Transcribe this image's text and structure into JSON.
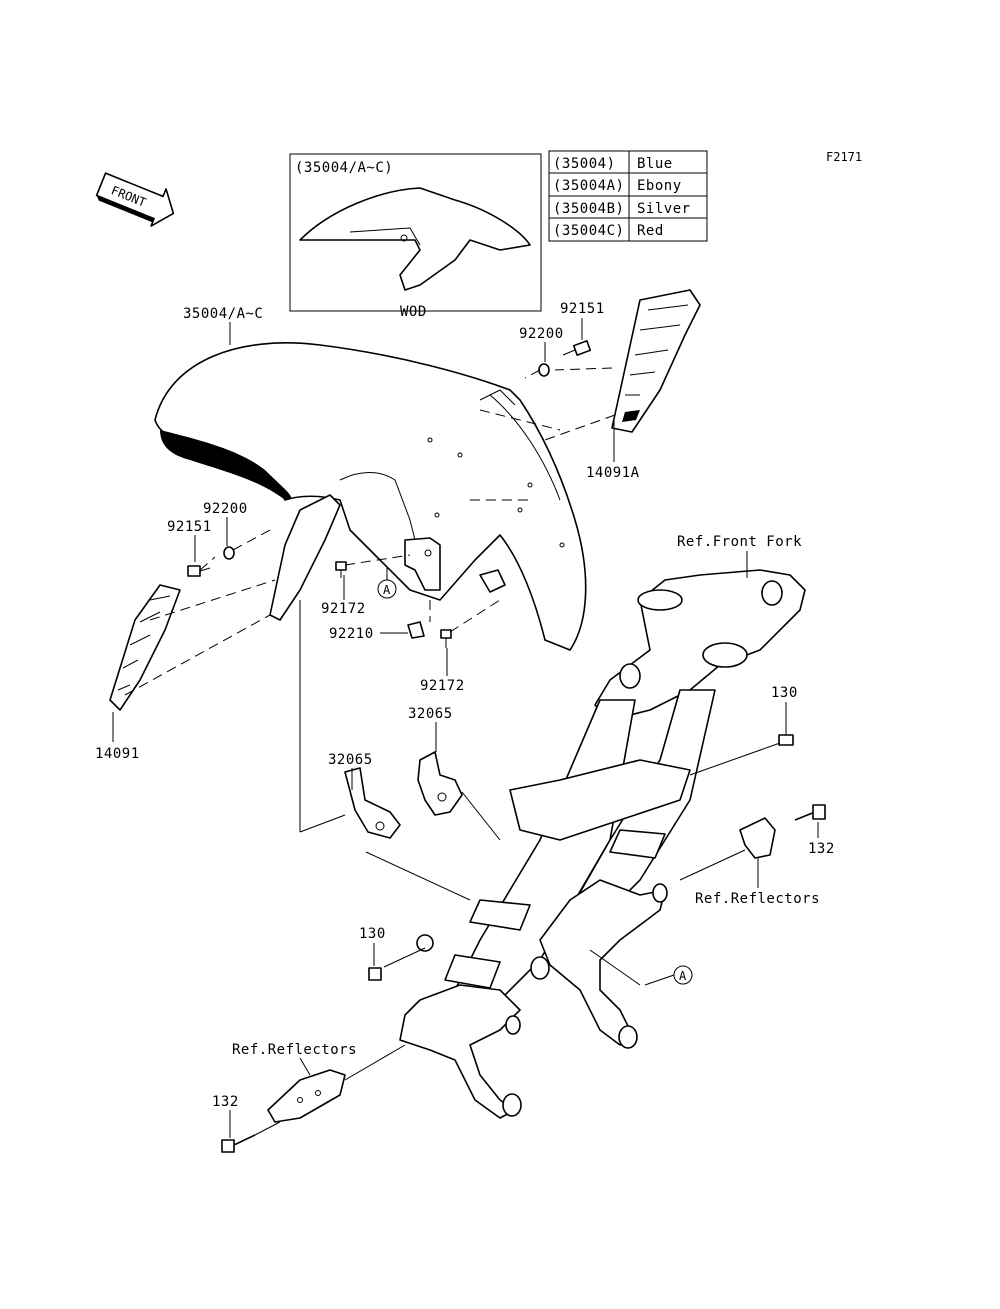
{
  "figure_code": "F2171",
  "direction_arrow": "FRONT",
  "inset": {
    "title": "(35004/A~C)",
    "caption": "WOD"
  },
  "color_table": [
    {
      "part": "(35004)",
      "color": "Blue"
    },
    {
      "part": "(35004A)",
      "color": "Ebony"
    },
    {
      "part": "(35004B)",
      "color": "Silver"
    },
    {
      "part": "(35004C)",
      "color": "Red"
    }
  ],
  "callouts": {
    "fender": "35004/A~C",
    "screw_right": "92151",
    "washer_right": "92200",
    "cover_right": "14091A",
    "washer_left": "92200",
    "screw_left": "92151",
    "cover_left": "14091",
    "bolt_upper": "92172",
    "nut_clip": "92210",
    "bolt_lower": "92172",
    "bracket_upper": "32065",
    "bracket_lower": "32065",
    "ref_front_fork": "Ref.Front Fork",
    "bolt_130_right": "130",
    "bolt_132_right": "132",
    "ref_reflectors_right": "Ref.Reflectors",
    "bolt_130_left": "130",
    "ref_reflectors_left": "Ref.Reflectors",
    "bolt_132_left": "132",
    "marker_a_upper": "A",
    "marker_a_lower": "A"
  }
}
